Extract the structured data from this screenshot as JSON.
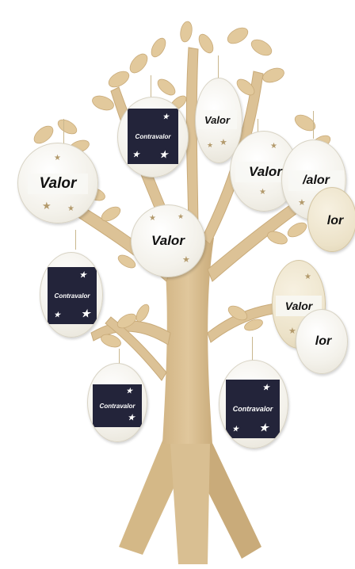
{
  "ornament_labels": {
    "valor": "Valor",
    "contravalor": "Contravalor",
    "partial_valor_1": "/alor",
    "partial_valor_2": "lor",
    "partial_valor_3": "lor"
  },
  "colors": {
    "tree_wood": "#d9bf92",
    "tree_shadow": "#c6a978",
    "dark_card": "#23243a",
    "ornament_white": "#f3f1ea",
    "ornament_cream": "#ece2c8"
  }
}
